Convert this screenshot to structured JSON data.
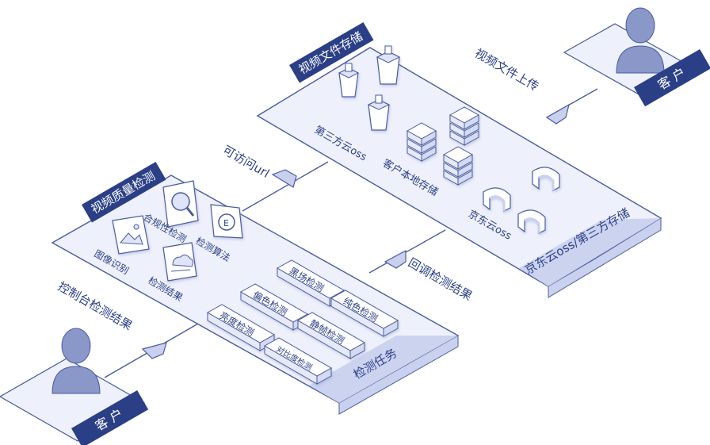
{
  "colors": {
    "navy": "#2b3f86",
    "stroke": "#4a5aa0",
    "platform_fill": "#eef1fb",
    "panel_fill": "#c9d1ee",
    "icon_fill": "#ffffff",
    "arrow_fill": "#c8d0ee",
    "person_fill": "#8a97c9"
  },
  "storage": {
    "title": "视频文件存储",
    "group_third_party": "第三方云oss",
    "group_local": "客户本地存储",
    "group_jd": "京东云oss",
    "footer": "京东云oss/第三方存储"
  },
  "detect": {
    "title": "视频质量检测",
    "compliance": "合规性检测",
    "algorithm": "检测算法",
    "image_recognition": "图像识别",
    "detect_result": "检测结果",
    "footer": "检测任务",
    "tasks": [
      "黑场检测",
      "偏色检测",
      "纯色检测",
      "亮度检测",
      "静帧检测",
      "对比度检测"
    ]
  },
  "flows": {
    "upload": "视频文件上传",
    "accessible_url": "可访问url",
    "callback": "回调检测结果",
    "console": "控制台检测结果"
  },
  "customers": {
    "top": "客 户",
    "bottom": "客 户"
  },
  "icons": {
    "compliance": "magnifier-icon",
    "algorithm": "algorithm-e-icon",
    "image_recognition": "image-icon",
    "detect_result": "cloud-document-icon",
    "oss": "oss-bucket-icon",
    "server": "server-stack-icon",
    "jd_oss": "jd-cloud-logo-icon",
    "customer": "person-icon"
  }
}
